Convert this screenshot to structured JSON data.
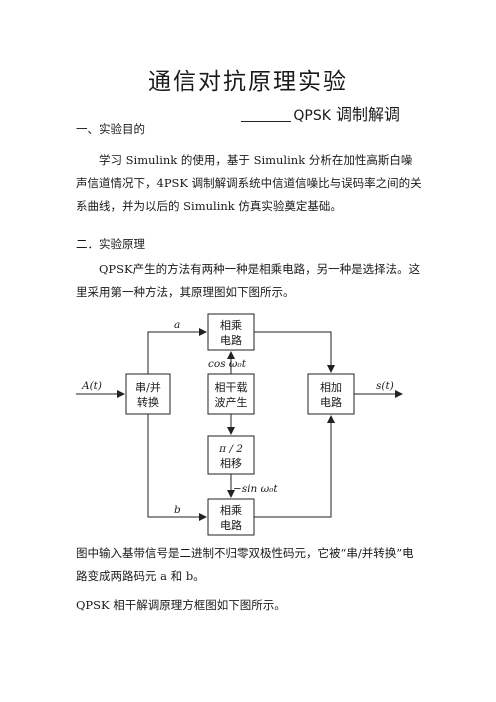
{
  "title": "通信对抗原理实验",
  "subtitle": {
    "prefix": "",
    "code": "QPSK",
    "rest": " 调制解调"
  },
  "sections": [
    {
      "heading": "一、实验目的",
      "text": "学习 Simulink 的使用，基于 Simulink 分析在加性高斯白噪声信道情况下，4PSK 调制解调系统中信道信噪比与误码率之间的关系曲线，并为以后的 Simulink 仿真实验奠定基础。"
    },
    {
      "heading": "二．实验原理",
      "text": "QPSK产生的方法有两种一种是相乘电路，另一种是选择法。这里采用第一种方法，其原理图如下图所示。"
    }
  ],
  "diagram": {
    "blocks": {
      "mult_top": [
        "相乘",
        "电路"
      ],
      "sp": [
        "串/并",
        "转换"
      ],
      "carrier": [
        "相干载",
        "波产生"
      ],
      "adder": [
        "相加",
        "电路"
      ],
      "shift": [
        "π / 2",
        "相移"
      ],
      "mult_bot": [
        "相乘",
        "电路"
      ]
    },
    "labels": {
      "input": "A(t)",
      "output": "s(t)",
      "a": "a",
      "b": "b",
      "cos": "cos ω₀t",
      "sin": "−sin ω₀t"
    }
  },
  "after_text": "图中输入基带信号是二进制不归零双极性码元，它被“串/并转换”电路变成两路码元 a 和 b。",
  "last_line": "QPSK 相干解调原理方框图如下图所示。"
}
